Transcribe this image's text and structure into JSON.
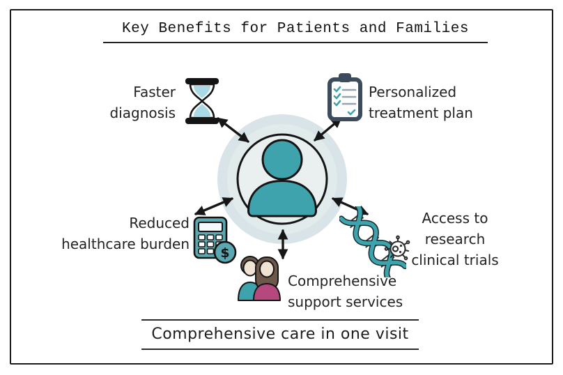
{
  "title": "Key Benefits for Patients and Families",
  "footer": "Comprehensive care in one visit",
  "center": {
    "icon": "patient-person-icon"
  },
  "benefits": [
    {
      "icon": "hourglass-icon",
      "lines": [
        "Faster",
        "diagnosis"
      ]
    },
    {
      "icon": "clipboard-checklist-icon",
      "lines": [
        "Personalized",
        "treatment plan"
      ]
    },
    {
      "icon": "calculator-dollar-icon",
      "lines": [
        "Reduced",
        "healthcare burden"
      ]
    },
    {
      "icon": "dna-helix-icon, microbe-icon",
      "lines": [
        "Access to",
        "research",
        "clinical trials"
      ]
    },
    {
      "icon": "two-people-icon",
      "lines": [
        "Comprehensive",
        "support services"
      ]
    }
  ],
  "icons": {
    "dollar_glyph": "$"
  },
  "colors": {
    "teal": "#3FA3AD",
    "sand_blue": "#A9D9E5",
    "circle_outer": "#D8E4E7",
    "circle_mid": "#E2EBEC",
    "circle_inner": "#EAF0F0",
    "clipboard_slate": "#3D4C5C",
    "calculator_teal": "#5BA8B1",
    "magenta": "#B5497D",
    "skin": "#F0E3D3",
    "hair_brown": "#6E584A",
    "ink": "#1A1A1A"
  }
}
